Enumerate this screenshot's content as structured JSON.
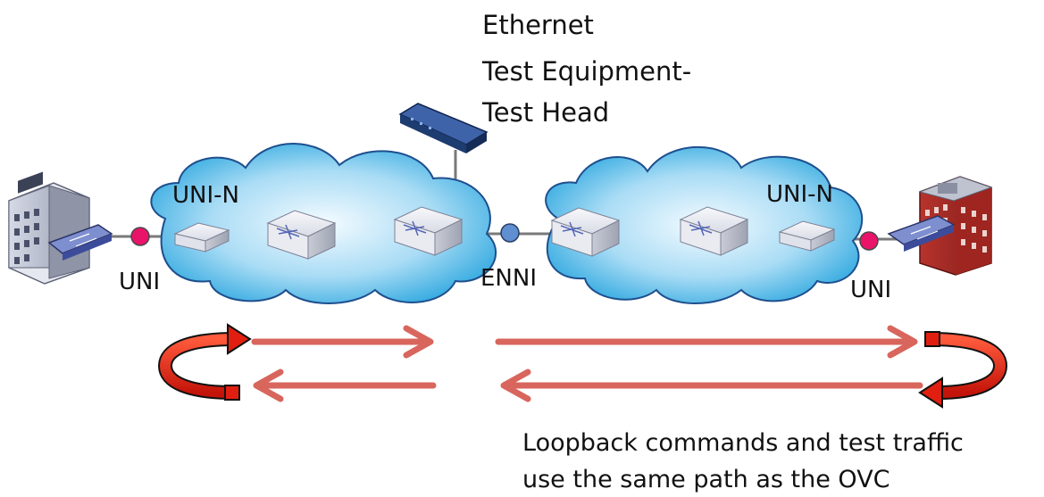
{
  "labels": {
    "test_head": [
      "Ethernet",
      "Test Equipment-",
      "Test Head"
    ],
    "uni_n_left": "UNI-N",
    "uni_n_right": "UNI-N",
    "uni_left": "UNI",
    "uni_right": "UNI",
    "enni": "ENNI",
    "caption": [
      "Loopback commands and test traffic",
      "use the same path as the OVC"
    ]
  },
  "colors": {
    "cloud_light": "#eaf6fd",
    "cloud_dark": "#26a4de",
    "cloud_outline": "#1e4f8e",
    "uni_dot": "#e9136a",
    "enni_dot": "#5f8fd0",
    "traffic_arrow": "#d8665d",
    "loopback_red": "#e11f10",
    "link_line": "#7a7a7a",
    "test_head_device": "#1d3c70"
  },
  "icons": {
    "left_building": "office-building-icon",
    "right_building": "red-office-building-icon",
    "test_head": "test-head-device-icon",
    "nid": "nid-device-icon",
    "switch": "ethernet-switch-icon"
  }
}
